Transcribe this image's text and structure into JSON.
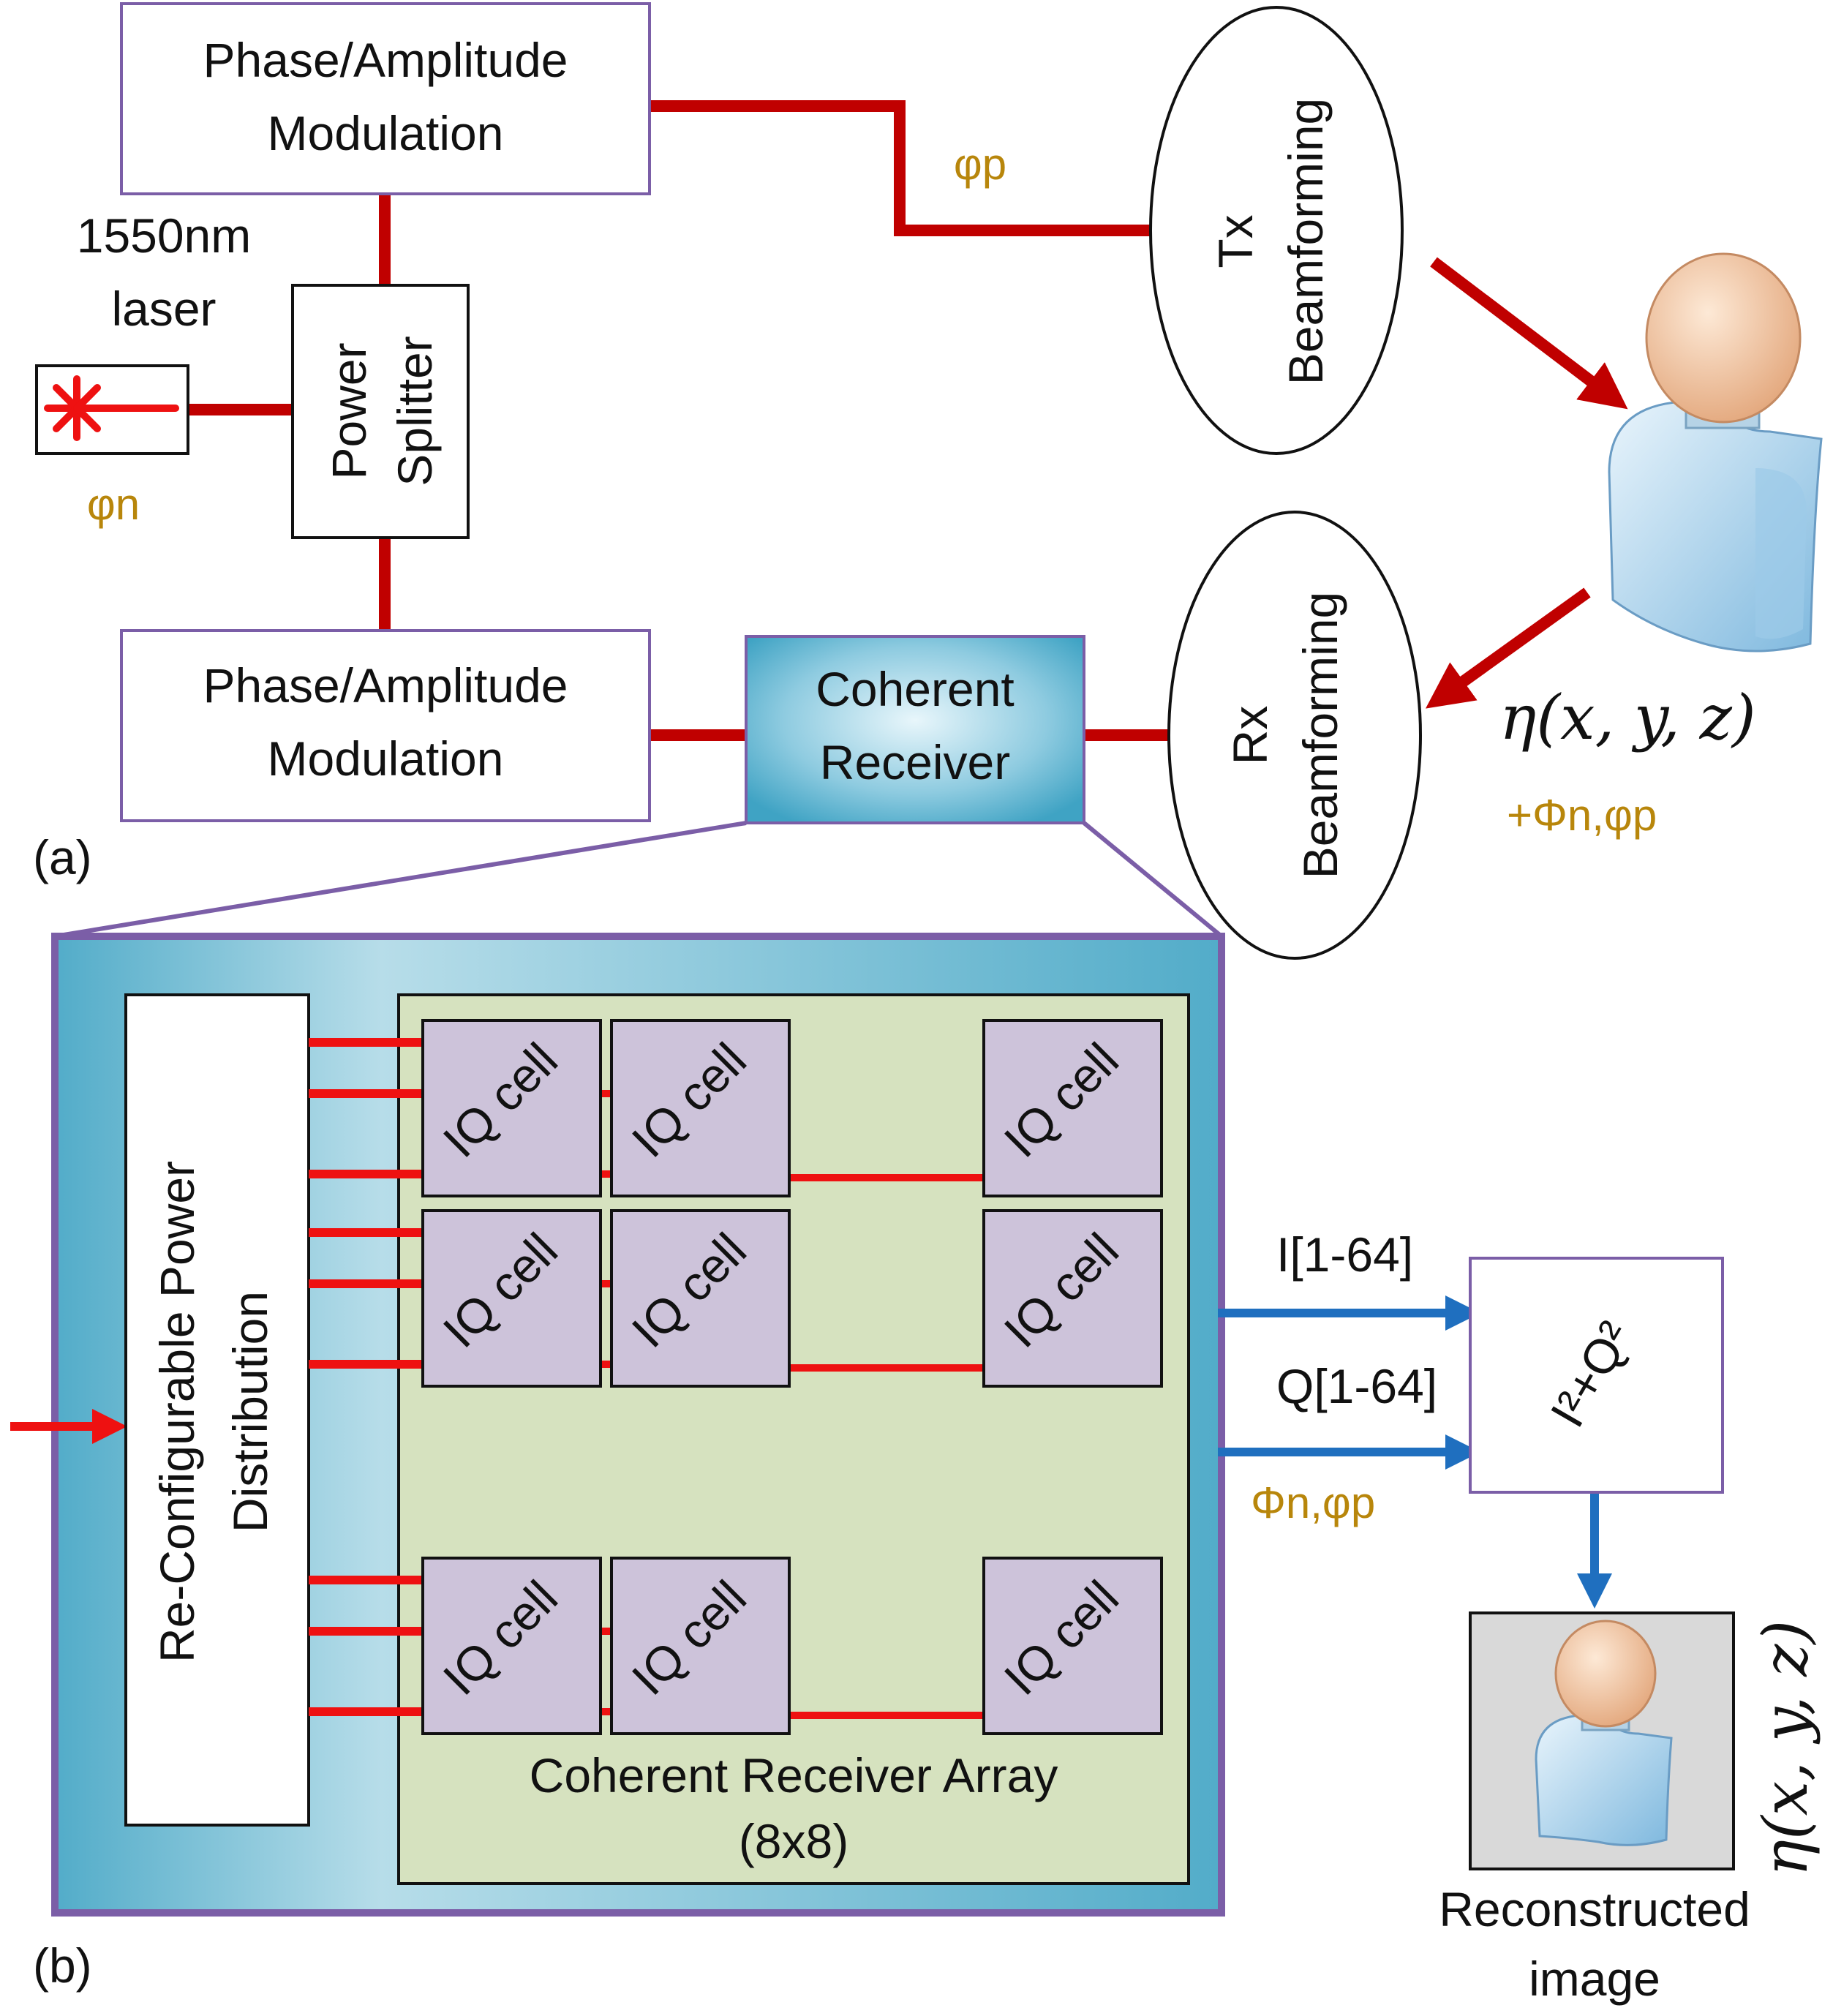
{
  "panel_a": {
    "label": "(a)",
    "mod_top": {
      "line1": "Phase/Amplitude",
      "line2": "Modulation"
    },
    "mod_bottom": {
      "line1": "Phase/Amplitude",
      "line2": "Modulation"
    },
    "laser": {
      "line1": "1550nm",
      "line2": "laser",
      "phase": "φn"
    },
    "splitter": {
      "line1": "Power",
      "line2": "Splitter"
    },
    "coherent_receiver": {
      "line1": "Coherent",
      "line2": "Receiver"
    },
    "tx_phase": "φp",
    "tx": {
      "line1": "Tx",
      "line2": "Beamforming"
    },
    "rx": {
      "line1": "Rx",
      "line2": "Beamforming"
    },
    "target": {
      "eta": "η(x, y, z)",
      "phase": "+Φn,φp"
    }
  },
  "panel_b": {
    "label": "(b)",
    "distribution": {
      "line1": "Re-Configurable Power",
      "line2": "Distribution"
    },
    "iq_cell_label": "IQ cell",
    "array": {
      "line1": "Coherent Receiver Array",
      "line2": "(8x8)"
    },
    "i_out": "I[1-64]",
    "q_out": "Q[1-64]",
    "phase_out": "Φn,φp",
    "compute": "I²+Q²",
    "eta": "η(x, y, z)",
    "reconstructed": {
      "line1": "Reconstructed",
      "line2": "image"
    }
  },
  "colors": {
    "fiber": "#c00000",
    "electric": "#1f6fbf",
    "purple": "#7b5ea7",
    "gold": "#b8860b",
    "iq_fill": "#cdc3da",
    "array_fill": "#d6e2bf",
    "teal": "#3fa3c4"
  }
}
